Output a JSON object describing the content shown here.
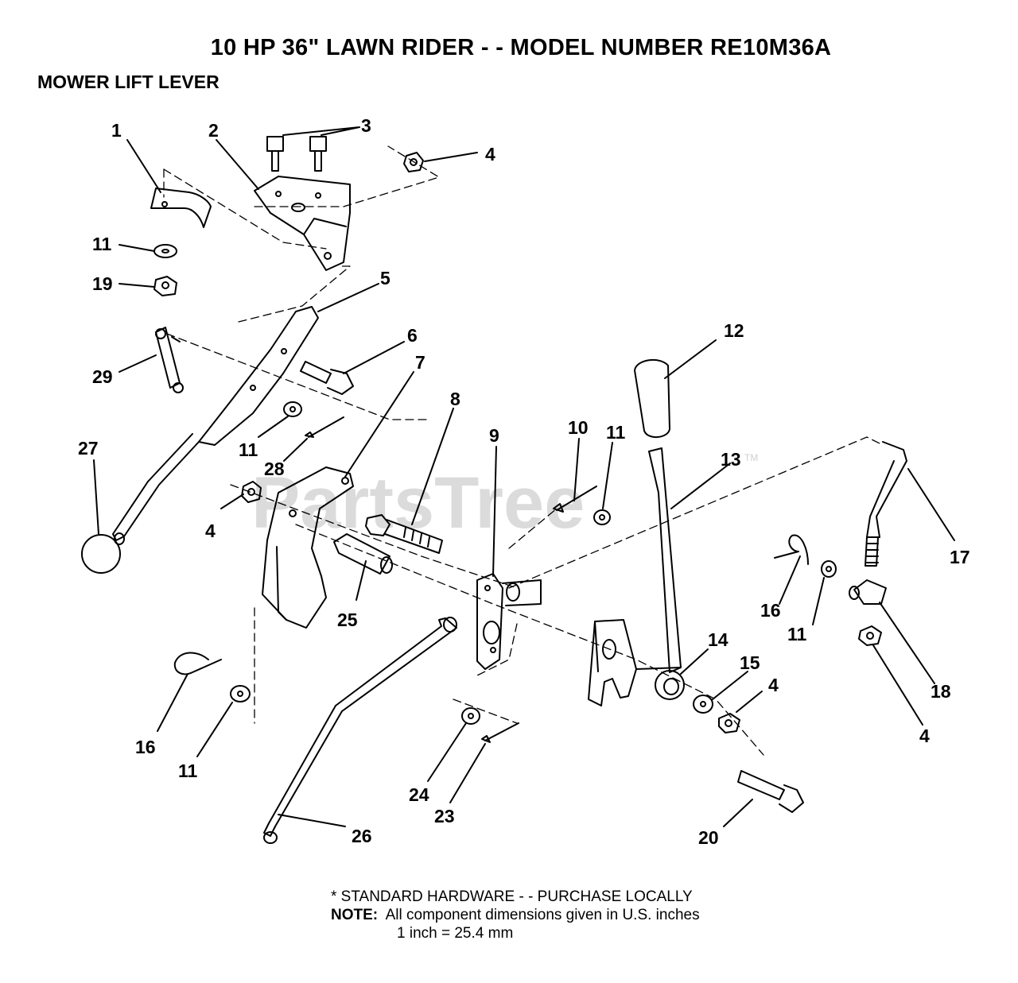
{
  "header": {
    "title": "10 HP 36\" LAWN RIDER - - MODEL NUMBER RE10M36A",
    "subtitle": "MOWER LIFT LEVER"
  },
  "watermark": {
    "text": "PartsTree",
    "mark": "TM"
  },
  "callouts": {
    "c1": "1",
    "c2": "2",
    "c3": "3",
    "c4a": "4",
    "c4b": "4",
    "c4c": "4",
    "c4d": "4",
    "c5": "5",
    "c6": "6",
    "c7": "7",
    "c8": "8",
    "c9": "9",
    "c10": "10",
    "c11a": "11",
    "c11b": "11",
    "c11c": "11",
    "c11d": "11",
    "c11e": "11",
    "c12": "12",
    "c13": "13",
    "c14": "14",
    "c15": "15",
    "c16a": "16",
    "c16b": "16",
    "c17": "17",
    "c18": "18",
    "c19": "19",
    "c20": "20",
    "c23": "23",
    "c24": "24",
    "c25": "25",
    "c26": "26",
    "c27": "27",
    "c28": "28",
    "c29": "29"
  },
  "footer": {
    "line1": "* STANDARD HARDWARE - - PURCHASE LOCALLY",
    "note_label": "NOTE:",
    "note_text": "  All component dimensions given in U.S. inches",
    "line3": "1 inch = 25.4 mm"
  }
}
